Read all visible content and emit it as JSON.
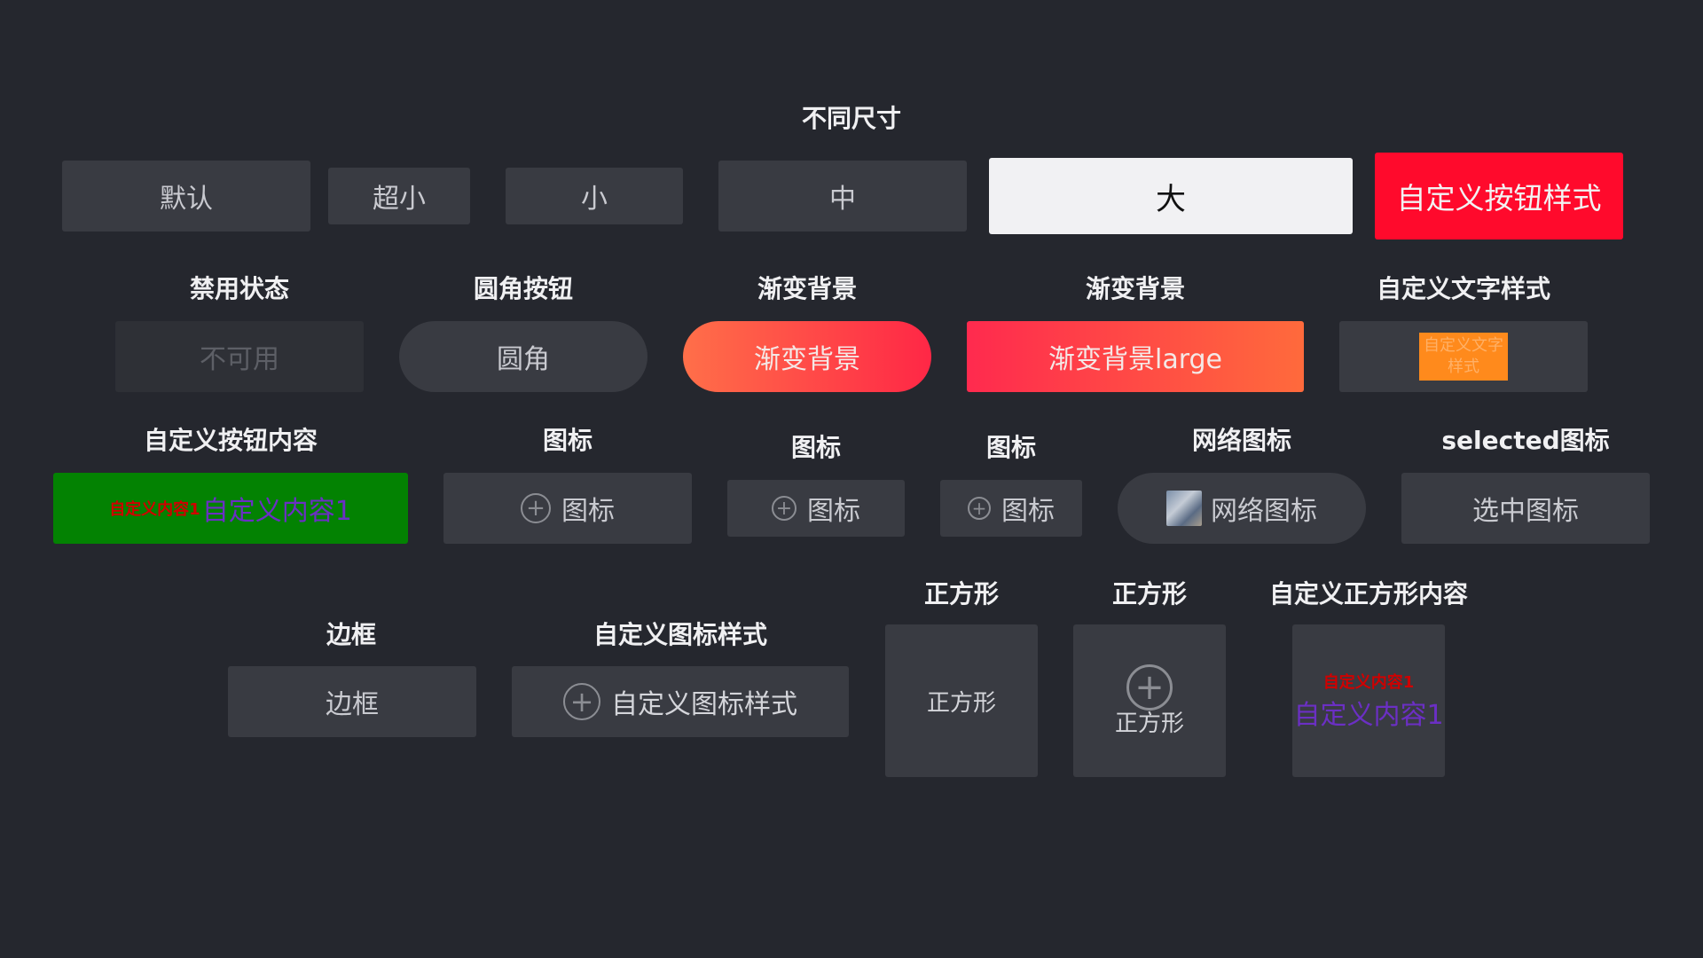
{
  "row1": {
    "title": "不同尺寸",
    "buttons": {
      "default": "默认",
      "mini": "超小",
      "small": "小",
      "medium": "中",
      "large": "大",
      "custom": "自定义按钮样式"
    }
  },
  "row2": {
    "labels": {
      "disabled": "禁用状态",
      "round": "圆角按钮",
      "gradient": "渐变背景",
      "gradient_large": "渐变背景",
      "custom_text": "自定义文字样式"
    },
    "buttons": {
      "disabled": "不可用",
      "round": "圆角",
      "gradient": "渐变背景",
      "gradient_large": "渐变背景large",
      "custom_text": "自定义文字样式"
    }
  },
  "row3": {
    "labels": {
      "custom_content": "自定义按钮内容",
      "icon1": "图标",
      "icon2": "图标",
      "icon3": "图标",
      "network_icon": "网络图标",
      "selected_icon": "selected图标"
    },
    "buttons": {
      "custom_content_small": "自定义内容1",
      "custom_content_large": "自定义内容1",
      "icon1": "图标",
      "icon2": "图标",
      "icon3": "图标",
      "network_icon": "网络图标",
      "selected_icon": "选中图标"
    }
  },
  "row4": {
    "labels": {
      "border": "边框",
      "custom_icon": "自定义图标样式",
      "square1": "正方形",
      "square2": "正方形",
      "custom_square": "自定义正方形内容"
    },
    "buttons": {
      "border": "边框",
      "custom_icon": "自定义图标样式",
      "square1": "正方形",
      "square2": "正方形",
      "custom_square_small": "自定义内容1",
      "custom_square_large": "自定义内容1"
    }
  },
  "icons": {
    "plus_glyph": "+"
  },
  "colors": {
    "background": "#25272e",
    "button": "#393b42",
    "custom_red": "#ff0a2c",
    "green": "#038202",
    "purple_text": "#6b2fc4",
    "red_text": "#d00000",
    "orange_box": "#ff8a1c"
  }
}
